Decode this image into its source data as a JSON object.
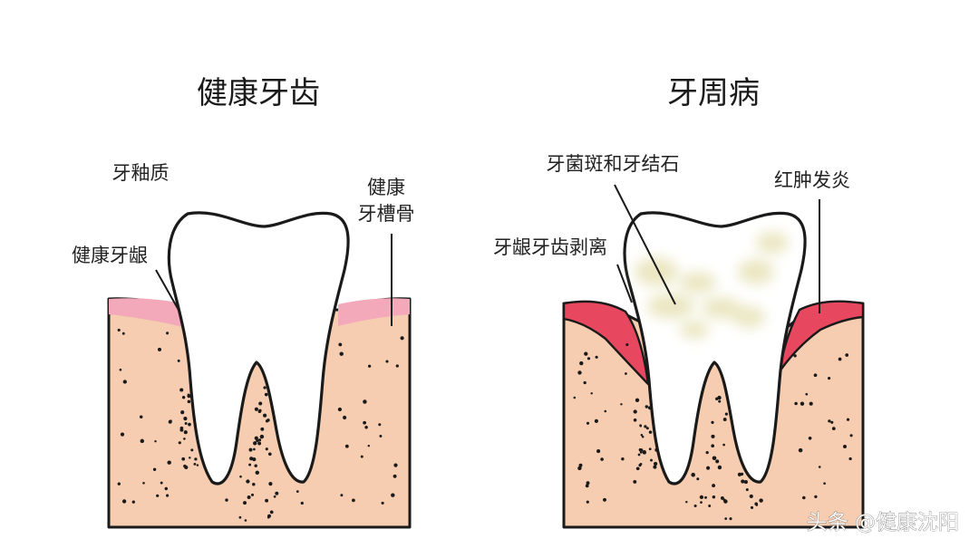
{
  "healthy": {
    "title": "健康牙齿",
    "labels": {
      "enamel": "牙釉质",
      "gum": "健康牙龈",
      "bone_line1": "健康",
      "bone_line2": "牙槽骨"
    }
  },
  "disease": {
    "title": "牙周病",
    "labels": {
      "plaque": "牙菌斑和牙结石",
      "inflamed": "红肿发炎",
      "recession": "牙龈牙齿剥离"
    }
  },
  "watermark": "头条 @健康沈阳",
  "colors": {
    "bone": "#f6cdb0",
    "gum_healthy": "#f3a9b9",
    "gum_inflamed": "#e8485f",
    "plaque": "#e7e3b8",
    "outline": "#1a1a1a"
  }
}
